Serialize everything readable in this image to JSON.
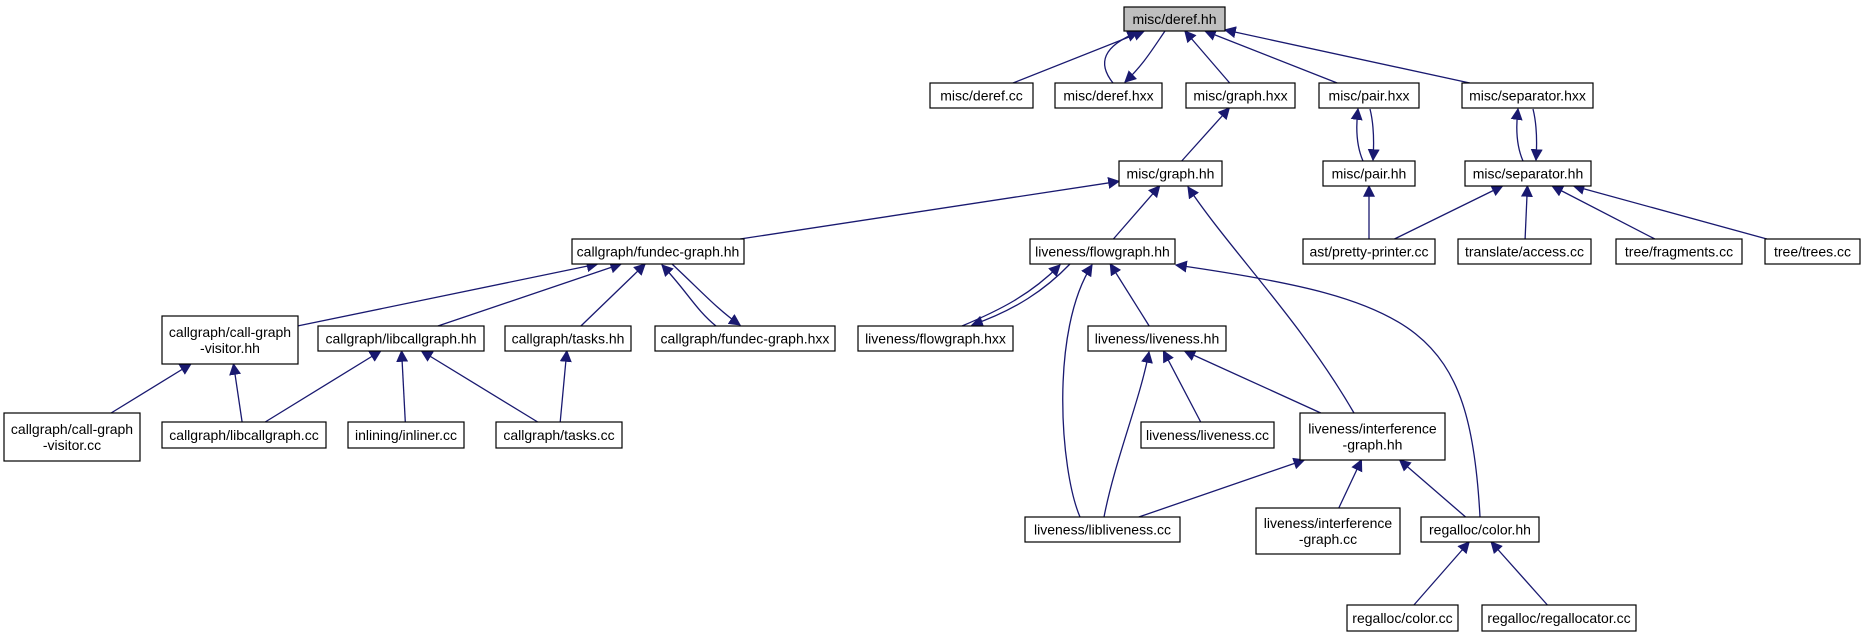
{
  "colors": {
    "edge": "#191970",
    "node_border": "#000000",
    "node_fill": "#ffffff",
    "highlight_fill": "#bfbfbf"
  },
  "nodes": [
    {
      "id": "deref_hh",
      "lines": [
        "misc/deref.hh"
      ],
      "highlight": true
    },
    {
      "id": "deref_cc",
      "lines": [
        "misc/deref.cc"
      ]
    },
    {
      "id": "deref_hxx",
      "lines": [
        "misc/deref.hxx"
      ]
    },
    {
      "id": "graph_hxx",
      "lines": [
        "misc/graph.hxx"
      ]
    },
    {
      "id": "pair_hxx",
      "lines": [
        "misc/pair.hxx"
      ]
    },
    {
      "id": "separator_hxx",
      "lines": [
        "misc/separator.hxx"
      ]
    },
    {
      "id": "graph_hh",
      "lines": [
        "misc/graph.hh"
      ]
    },
    {
      "id": "pair_hh",
      "lines": [
        "misc/pair.hh"
      ]
    },
    {
      "id": "separator_hh",
      "lines": [
        "misc/separator.hh"
      ]
    },
    {
      "id": "fundec_graph_hh",
      "lines": [
        "callgraph/fundec-graph.hh"
      ]
    },
    {
      "id": "flowgraph_hh",
      "lines": [
        "liveness/flowgraph.hh"
      ]
    },
    {
      "id": "pretty_printer_cc",
      "lines": [
        "ast/pretty-printer.cc"
      ]
    },
    {
      "id": "access_cc",
      "lines": [
        "translate/access.cc"
      ]
    },
    {
      "id": "fragments_cc",
      "lines": [
        "tree/fragments.cc"
      ]
    },
    {
      "id": "trees_cc",
      "lines": [
        "tree/trees.cc"
      ]
    },
    {
      "id": "call_graph_visitor_hh",
      "lines": [
        "callgraph/call-graph",
        "-visitor.hh"
      ]
    },
    {
      "id": "libcallgraph_hh",
      "lines": [
        "callgraph/libcallgraph.hh"
      ]
    },
    {
      "id": "tasks_hh",
      "lines": [
        "callgraph/tasks.hh"
      ]
    },
    {
      "id": "fundec_graph_hxx",
      "lines": [
        "callgraph/fundec-graph.hxx"
      ]
    },
    {
      "id": "flowgraph_hxx",
      "lines": [
        "liveness/flowgraph.hxx"
      ]
    },
    {
      "id": "liveness_hh",
      "lines": [
        "liveness/liveness.hh"
      ]
    },
    {
      "id": "call_graph_visitor_cc",
      "lines": [
        "callgraph/call-graph",
        "-visitor.cc"
      ]
    },
    {
      "id": "libcallgraph_cc",
      "lines": [
        "callgraph/libcallgraph.cc"
      ]
    },
    {
      "id": "inliner_cc",
      "lines": [
        "inlining/inliner.cc"
      ]
    },
    {
      "id": "tasks_cc",
      "lines": [
        "callgraph/tasks.cc"
      ]
    },
    {
      "id": "liveness_cc",
      "lines": [
        "liveness/liveness.cc"
      ]
    },
    {
      "id": "interference_graph_hh",
      "lines": [
        "liveness/interference",
        "-graph.hh"
      ]
    },
    {
      "id": "libliveness_cc",
      "lines": [
        "liveness/libliveness.cc"
      ]
    },
    {
      "id": "interference_graph_cc",
      "lines": [
        "liveness/interference",
        "-graph.cc"
      ]
    },
    {
      "id": "color_hh",
      "lines": [
        "regalloc/color.hh"
      ]
    },
    {
      "id": "color_cc",
      "lines": [
        "regalloc/color.cc"
      ]
    },
    {
      "id": "regallocator_cc",
      "lines": [
        "regalloc/regallocator.cc"
      ]
    }
  ],
  "edges": [
    {
      "from": "deref_cc",
      "to": "deref_hh"
    },
    {
      "from": "deref_hxx",
      "to": "deref_hh"
    },
    {
      "from": "deref_hh",
      "to": "deref_hxx"
    },
    {
      "from": "graph_hxx",
      "to": "deref_hh"
    },
    {
      "from": "pair_hxx",
      "to": "deref_hh"
    },
    {
      "from": "separator_hxx",
      "to": "deref_hh"
    },
    {
      "from": "graph_hh",
      "to": "graph_hxx"
    },
    {
      "from": "pair_hh",
      "to": "pair_hxx"
    },
    {
      "from": "pair_hxx",
      "to": "pair_hh"
    },
    {
      "from": "separator_hh",
      "to": "separator_hxx"
    },
    {
      "from": "separator_hxx",
      "to": "separator_hh"
    },
    {
      "from": "fundec_graph_hh",
      "to": "graph_hh"
    },
    {
      "from": "flowgraph_hh",
      "to": "graph_hh"
    },
    {
      "from": "interference_graph_hh",
      "to": "graph_hh"
    },
    {
      "from": "pretty_printer_cc",
      "to": "pair_hh"
    },
    {
      "from": "pretty_printer_cc",
      "to": "separator_hh"
    },
    {
      "from": "access_cc",
      "to": "separator_hh"
    },
    {
      "from": "fragments_cc",
      "to": "separator_hh"
    },
    {
      "from": "trees_cc",
      "to": "separator_hh"
    },
    {
      "from": "call_graph_visitor_hh",
      "to": "fundec_graph_hh"
    },
    {
      "from": "libcallgraph_hh",
      "to": "fundec_graph_hh"
    },
    {
      "from": "tasks_hh",
      "to": "fundec_graph_hh"
    },
    {
      "from": "fundec_graph_hxx",
      "to": "fundec_graph_hh"
    },
    {
      "from": "fundec_graph_hh",
      "to": "fundec_graph_hxx"
    },
    {
      "from": "flowgraph_hxx",
      "to": "flowgraph_hh"
    },
    {
      "from": "flowgraph_hh",
      "to": "flowgraph_hxx"
    },
    {
      "from": "liveness_hh",
      "to": "flowgraph_hh"
    },
    {
      "from": "libliveness_cc",
      "to": "flowgraph_hh"
    },
    {
      "from": "color_hh",
      "to": "flowgraph_hh"
    },
    {
      "from": "call_graph_visitor_cc",
      "to": "call_graph_visitor_hh"
    },
    {
      "from": "libcallgraph_cc",
      "to": "call_graph_visitor_hh"
    },
    {
      "from": "libcallgraph_cc",
      "to": "libcallgraph_hh"
    },
    {
      "from": "inliner_cc",
      "to": "libcallgraph_hh"
    },
    {
      "from": "tasks_cc",
      "to": "libcallgraph_hh"
    },
    {
      "from": "tasks_cc",
      "to": "tasks_hh"
    },
    {
      "from": "liveness_cc",
      "to": "liveness_hh"
    },
    {
      "from": "interference_graph_hh",
      "to": "liveness_hh"
    },
    {
      "from": "libliveness_cc",
      "to": "liveness_hh"
    },
    {
      "from": "libliveness_cc",
      "to": "interference_graph_hh"
    },
    {
      "from": "interference_graph_cc",
      "to": "interference_graph_hh"
    },
    {
      "from": "color_hh",
      "to": "interference_graph_hh"
    },
    {
      "from": "color_cc",
      "to": "color_hh"
    },
    {
      "from": "regallocator_cc",
      "to": "color_hh"
    }
  ]
}
